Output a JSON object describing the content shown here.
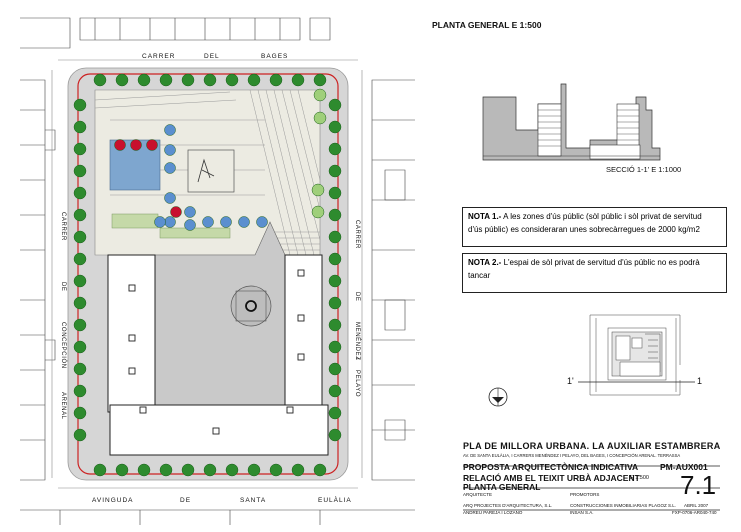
{
  "sheet_title": "PLANTA GENERAL  E 1:500",
  "section_caption": "SECCIÓ 1-1'  E 1:1000",
  "street_labels": {
    "top": [
      "CARRER",
      "DEL",
      "BAGES"
    ],
    "left": [
      "CARRER",
      "DE",
      "CONCEPCIÓN",
      "ARENAL"
    ],
    "right": [
      "CARRER",
      "DE",
      "MENÉNDEZ",
      "I",
      "PELAYO"
    ],
    "bottom": [
      "AVINGUDA",
      "DE",
      "SANTA",
      "EULÀLIA"
    ]
  },
  "note1": {
    "label": "NOTA 1.-",
    "text": "A les zones d'ús públic (sòl públic i sòl privat de servitud",
    "text2": "d'ús públic) es consideraran unes sobrecàrregues de 2000 kg/m2"
  },
  "note2": {
    "label": "NOTA 2.-",
    "text": "L'espai de sòl privat de servitud d'ús públic no es podrà",
    "text2": "tancar"
  },
  "key_plan": {
    "left_mark": "1'",
    "right_mark": "1"
  },
  "title_block": {
    "project": "PLA DE MILLORA URBANA.    LA AUXILIAR ESTAMBRERA",
    "address": "AV. DE SANTA EULÀLIA, I CARRERS MENÉNDEZ I PELAYO, DEL BAGES, I CONCEPCIÓN ARENAL.  TERRASSA",
    "subtitle": "PROPOSTA ARQUITECTÒNICA INDICATIVA",
    "code": "PM-AUX001",
    "drawing_title_1": "RELACIÓ AMB EL TEIXIT URBÀ ADJACENT",
    "drawing_title_2": "PLANTA GENERAL",
    "scale": "E 1:500",
    "sheet_number": "7.1",
    "architects_label": "ARQUITECTE",
    "architects_1": "ARQ PROJECTES D'ARQUITECTURA, S.L.",
    "architects_2": "ANDREU PAREJA  I  LOZANO",
    "promoters_label": "PROMOTORS",
    "promoters_1": "CONSTRUCCIONES INMOBILIARIAS PLAGOZ S.L.",
    "promoters_2": "INSAN S.A.",
    "date": "ABRIL 2007",
    "file_ref": "FXP-0706-AR040-740"
  },
  "colors": {
    "tree": "#2e8b2e",
    "tree_light": "#9fcf7a",
    "tree_red": "#c8102e",
    "tree_blue": "#5b8fcf",
    "water": "#7ea6cf",
    "lawn": "#c5d9a8",
    "pavement": "#d3d3d3",
    "paving_light": "#ecebe2",
    "building": "#ffffff",
    "red_line": "#cc2222"
  }
}
